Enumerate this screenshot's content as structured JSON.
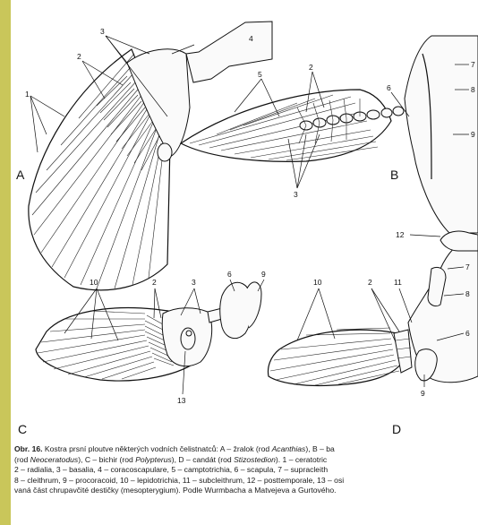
{
  "panels": [
    "A",
    "B",
    "C",
    "D"
  ],
  "labels": {
    "A": [
      "1",
      "2",
      "3",
      "4"
    ],
    "B": [
      "5",
      "2",
      "6",
      "7",
      "8",
      "9",
      "3"
    ],
    "C": [
      "10",
      "2",
      "3",
      "6",
      "9",
      "13"
    ],
    "D": [
      "12",
      "7",
      "10",
      "2",
      "11",
      "8",
      "6",
      "9"
    ]
  },
  "caption": {
    "lead": "Obr. 16.",
    "line1_prefix": " Kostra prsní ploutve některých vodních čelistnatců: A – žralok (rod ",
    "genus1": "Acanthias",
    "line1_mid": "), B – ba",
    "line2_prefix": "(rod ",
    "genus2": "Neoceratodus",
    "line2_mid": "), C – bichir (rod ",
    "genus3": "Polypterus",
    "line2_mid2": "), D – candát (rod ",
    "genus4": "Stizostedion",
    "line2_suffix": "). 1 – ceratotric",
    "line3": "2 – radialia, 3 – basalia, 4 – coracoscapulare, 5 – camptotrichia, 6 – scapula, 7 – supracleith",
    "line4": "8 – cleithrum, 9 – procoracoid, 10 – lepidotrichia, 11 – subcleithrum, 12 – posttemporale, 13 – osi",
    "line5": "vaná část chrupavčité destičky (mesopterygium). Podle Wurmbacha a Matvejeva a Gurtového."
  }
}
